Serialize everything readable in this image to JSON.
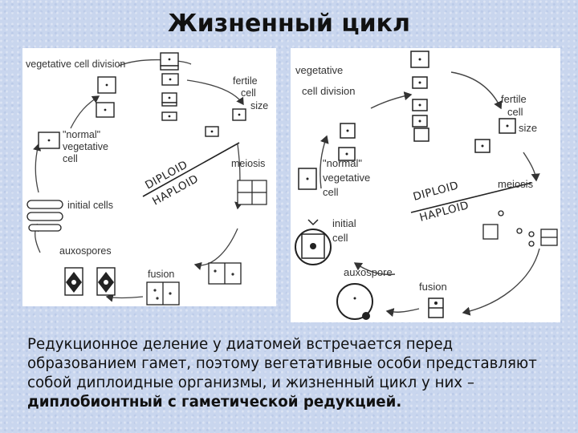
{
  "title": "Жизненный цикл",
  "left_diagram": {
    "labels": {
      "vegetative_division": "vegetative cell division",
      "fertile_1": "fertile",
      "fertile_2": "cell",
      "fertile_3": "size",
      "normal_1": "\"normal\"",
      "normal_2": "vegetative",
      "normal_3": "cell",
      "diploid": "DIPLOID",
      "haploid": "HAPLOID",
      "meiosis": "meiosis",
      "initial_cells": "initial cells",
      "auxospores": "auxospores",
      "fusion": "fusion"
    }
  },
  "right_diagram": {
    "labels": {
      "vegetative_1": "vegetative",
      "vegetative_2": "cell division",
      "fertile_1": "fertile",
      "fertile_2": "cell",
      "fertile_3": "size",
      "normal_1": "\"normal\"",
      "normal_2": "vegetative",
      "normal_3": "cell",
      "diploid": "DIPLOID",
      "haploid": "HAPLOID",
      "meiosis": "meiosis",
      "initial_1": "initial",
      "initial_2": "cell",
      "auxospore": "auxospore",
      "fusion": "fusion"
    }
  },
  "caption": {
    "plain": "Редукционное деление у диатомей встречается перед образованием гамет, поэтому вегетативные особи представляют собой диплоидные организмы, и  жизненный цикл у них – ",
    "bold": "диплобионтный с гаметической редукцией."
  }
}
